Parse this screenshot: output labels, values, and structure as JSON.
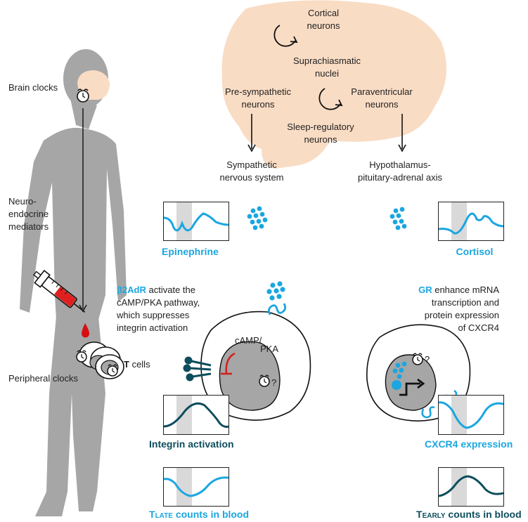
{
  "labels": {
    "brain_clocks": "Brain clocks",
    "neuroendocrine_1": "Neuro-",
    "neuroendocrine_2": "endocrine",
    "neuroendocrine_3": "mediators",
    "peripheral_clocks": "Peripheral clocks",
    "t_cells_prefix": "T",
    "t_cells_suffix": " cells"
  },
  "brain": {
    "cortical_1": "Cortical",
    "cortical_2": "neurons",
    "scn_1": "Suprachiasmatic",
    "scn_2": "nuclei",
    "presym_1": "Pre-sympathetic",
    "presym_2": "neurons",
    "pvn_1": "Paraventricular",
    "pvn_2": "neurons",
    "sleep_1": "Sleep-regulatory",
    "sleep_2": "neurons",
    "sns_1": "Sympathetic",
    "sns_2": "nervous system",
    "hpa_1": "Hypothalamus-",
    "hpa_2": "pituitary-adrenal axis"
  },
  "left_path": {
    "mediator": "Epinephrine",
    "receptor": "β2AdR",
    "desc_1_rest": " activate the",
    "desc_2": "cAMP/PKA pathway,",
    "desc_3": "which suppresses",
    "desc_4": "integrin activation",
    "camp": "cAMP/",
    "pka": "PKA",
    "question": "?",
    "integrin": "Integrin activation",
    "counts_prefix": "T",
    "counts_sub": "LATE",
    "counts_rest": " counts in blood"
  },
  "right_path": {
    "mediator": "Cortisol",
    "receptor": "GR",
    "desc_1_rest": " enhance mRNA",
    "desc_2": "transcription and",
    "desc_3": "protein expression",
    "desc_4": "of CXCR4",
    "question": "?",
    "cxcr4": "CXCR4 expression",
    "counts_prefix": "T",
    "counts_sub": "EARLY",
    "counts_rest": " counts in blood"
  },
  "colors": {
    "light_blue": "#1aa6e0",
    "dark_teal": "#0d4d5c",
    "brain_fill": "#f9dcc4",
    "body_gray": "#a6a6a6",
    "band_gray": "#d9d9d9",
    "inhibit_red": "#d42020"
  }
}
